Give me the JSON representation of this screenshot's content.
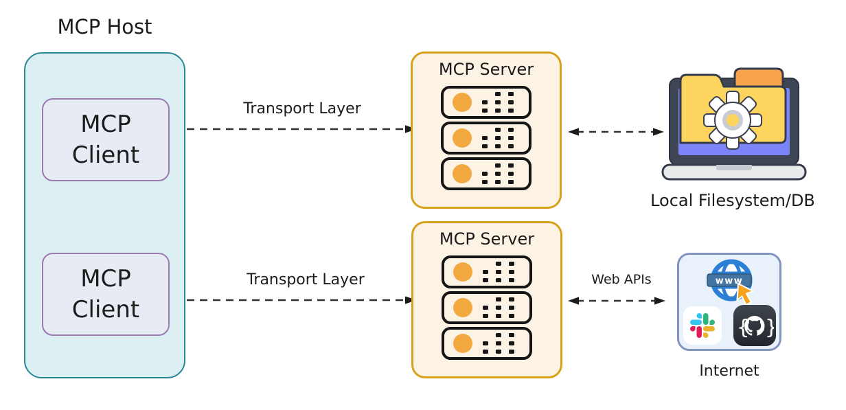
{
  "host": {
    "title": "MCP Host",
    "clients": [
      {
        "label": "MCP Client"
      },
      {
        "label": "MCP Client"
      }
    ]
  },
  "servers": [
    {
      "title": "MCP Server",
      "rack_units": 3
    },
    {
      "title": "MCP Server",
      "rack_units": 3
    }
  ],
  "connections": {
    "transport_top": {
      "label": "Transport Layer",
      "style": "dashed-arrow-right"
    },
    "transport_bottom": {
      "label": "Transport Layer",
      "style": "dashed-arrow-right"
    },
    "filesystem_link": {
      "label": "",
      "style": "dashed-arrow-both"
    },
    "web_apis": {
      "label": "Web APIs",
      "style": "dashed-arrow-both"
    }
  },
  "endpoints": {
    "filesystem": {
      "label": "Local Filesystem/DB",
      "icon": "laptop-folder-gear-icon"
    },
    "internet": {
      "label": "Internet",
      "www_text": "www",
      "icons": [
        "www-globe-icon",
        "slack-icon",
        "github-icon"
      ]
    }
  },
  "colors": {
    "host_border": "#2a8795",
    "host_fill": "#dcf0f3",
    "client_border": "#9b79b1",
    "client_fill": "#e7ebf4",
    "server_border": "#d6a21c",
    "server_fill": "#fdf3e4",
    "server_led_orange": "#f2a93f",
    "arrow": "#303030",
    "internet_border": "#8195bf",
    "internet_fill": "#e9f1fb",
    "laptop_frame": "#3e4554",
    "laptop_screen": "#7b84f8",
    "laptop_base": "#e9eaec",
    "folder_front": "#fcd45e",
    "folder_back": "#f7a44c",
    "globe_blue": "#2b7fd4",
    "www_banner": "#44749f",
    "cursor_orange": "#f7a41d",
    "slack_blue": "#36C5F0",
    "slack_green": "#2EB67D",
    "slack_red": "#E01E5A",
    "slack_yellow": "#ECB22E",
    "github_bg": "#2b3138"
  }
}
